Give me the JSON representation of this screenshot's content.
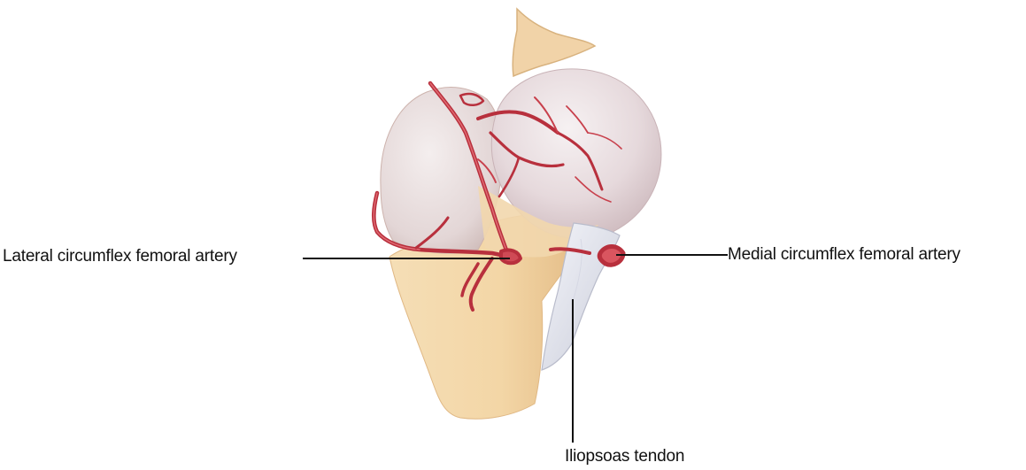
{
  "labels": {
    "lateral_circumflex": "Lateral circumflex femoral artery",
    "medial_circumflex": "Medial circumflex femoral artery",
    "iliopsoas_tendon": "Iliopsoas tendon"
  },
  "colors": {
    "bone": "#f3d9b0",
    "bone_shadow": "#e8c391",
    "femoral_head": "#e9dfe2",
    "artery": "#c43a44",
    "artery_dark": "#8f2430",
    "tendon": "#e4e6f0",
    "leader_line": "#111111"
  }
}
